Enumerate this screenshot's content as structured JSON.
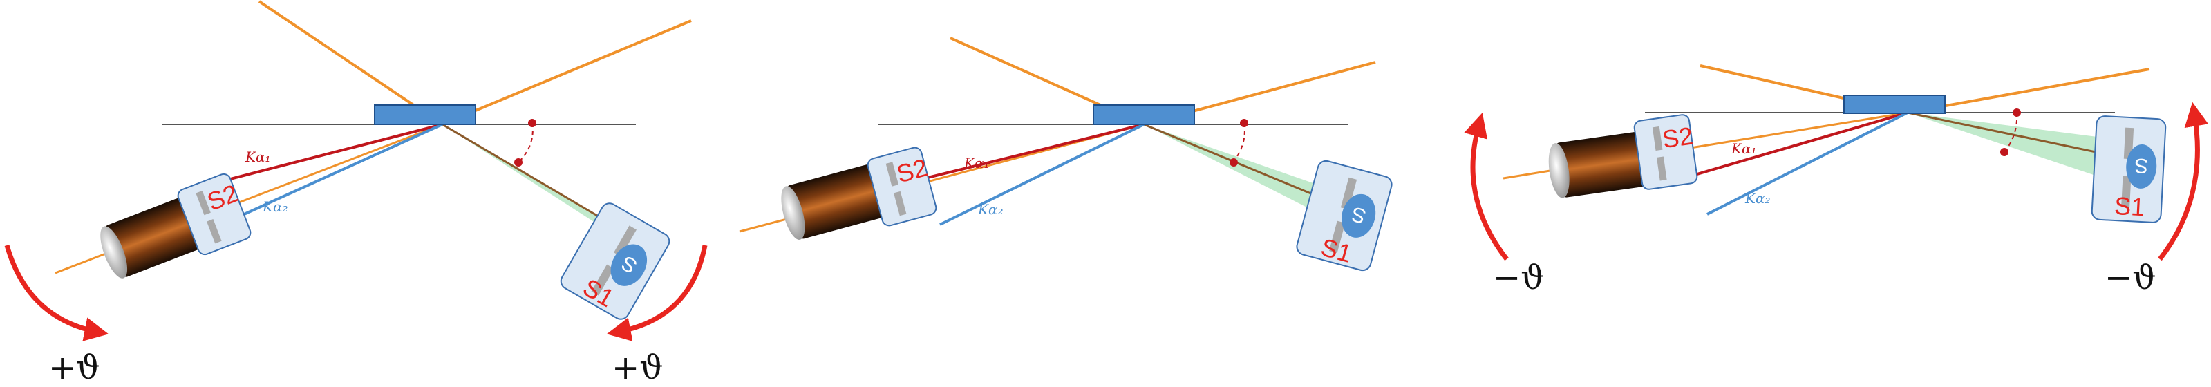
{
  "colors": {
    "ka1": "#c0161c",
    "ka2": "#4a8fd0",
    "beam": "#f0922b",
    "crystal": "#4f8fd0",
    "arrow": "#e8251f",
    "cone": "#8ed9a3",
    "slit": "#dce8f5"
  },
  "labels": {
    "ka1": "Kα₁",
    "ka2": "Kα₂",
    "s1": "S1",
    "s2": "S2",
    "plus_theta": "+ϑ",
    "minus_theta": "−ϑ"
  },
  "panels": [
    {
      "id": "left",
      "theta_left": "+ϑ",
      "theta_right": "+ϑ"
    },
    {
      "id": "middle"
    },
    {
      "id": "right",
      "theta_left": "−ϑ",
      "theta_right": "−ϑ"
    }
  ]
}
